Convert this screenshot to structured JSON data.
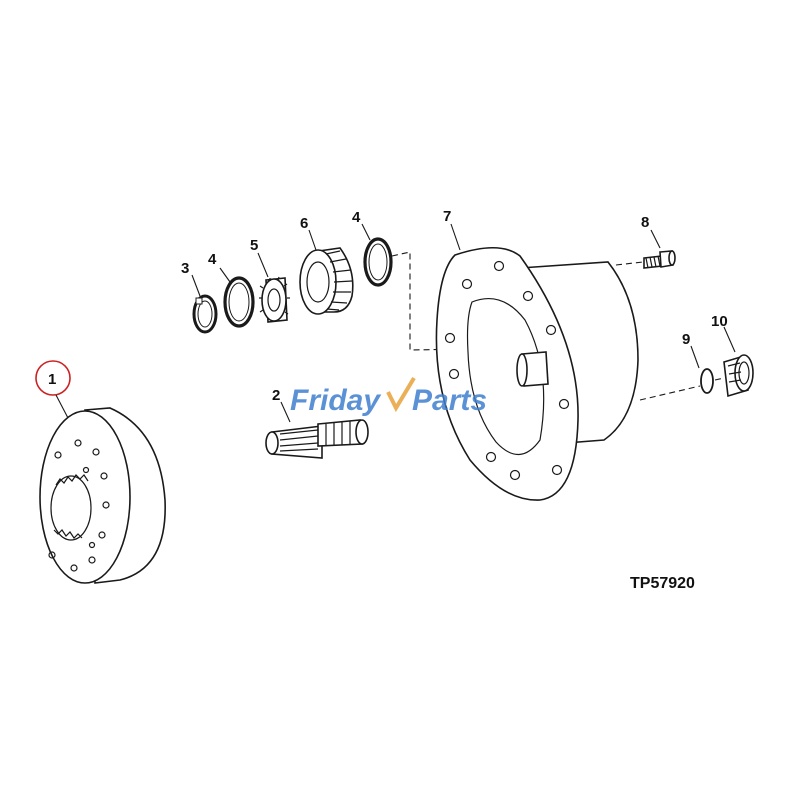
{
  "callouts": {
    "c1": "1",
    "c2": "2",
    "c3": "3",
    "c4a": "4",
    "c4b": "4",
    "c5": "5",
    "c6": "6",
    "c7": "7",
    "c8": "8",
    "c9": "9",
    "c10": "10"
  },
  "reference_code": "TP57920",
  "watermark": {
    "friday": "Friday",
    "parts": "Parts"
  },
  "colors": {
    "highlight_circle": "#cc2222",
    "watermark_blue": "#3f7fd0",
    "watermark_orange": "#e8a23a",
    "line": "#1a1a1a"
  }
}
